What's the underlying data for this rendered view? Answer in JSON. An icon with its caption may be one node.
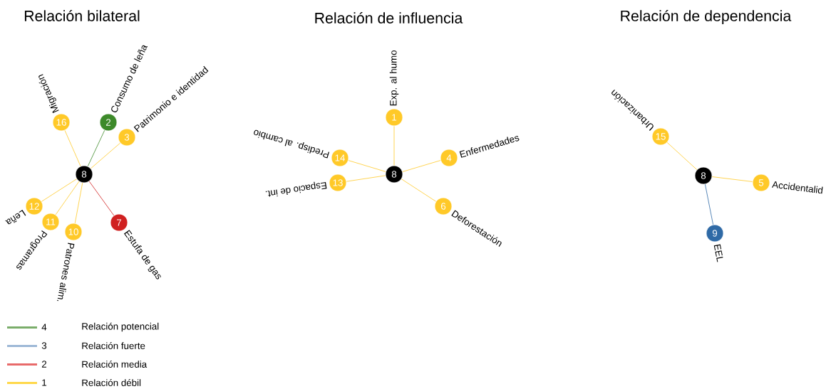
{
  "diagram": {
    "nodes": [
      {
        "text": [
          "16"
        ],
        "beside": [
          "Migración"
        ]
      },
      {
        "text": [
          "2"
        ],
        "beside": [
          "Consumo de leña"
        ]
      },
      {
        "text": [
          "3"
        ],
        "beside": [
          "Patrimonio e identidad"
        ]
      },
      {
        "text": [
          "8"
        ]
      },
      {
        "text": [
          "12"
        ],
        "beside": [
          "Leña"
        ]
      },
      {
        "text": [
          "11"
        ],
        "beside": [
          "Programas"
        ]
      },
      {
        "text": [
          "10"
        ],
        "beside": [
          "Patrones alim."
        ]
      },
      {
        "text": [
          "7"
        ],
        "beside": [
          "Estufa de gas"
        ]
      },
      {
        "text": [
          "1"
        ],
        "beside": [
          "Exp. al humo"
        ]
      },
      {
        "text": [
          "14"
        ],
        "beside": [
          "Predisp. al cambio"
        ]
      },
      {
        "text": [
          "4"
        ],
        "beside": [
          "Enfermedades"
        ]
      },
      {
        "text": [
          "8"
        ]
      },
      {
        "text": [
          "13"
        ],
        "beside": [
          "Espacio de int."
        ]
      },
      {
        "text": [
          "6"
        ],
        "beside": [
          "Deforestación"
        ]
      },
      {
        "text": [
          "15"
        ],
        "beside": [
          "Urbanización"
        ]
      },
      {
        "text": [
          "8"
        ]
      },
      {
        "text": [
          "5"
        ],
        "beside": [
          "Accidentalid"
        ]
      },
      {
        "text": [
          "9"
        ],
        "beside": [
          "EEL"
        ]
      }
    ],
    "edges": [
      {
        "from": 3,
        "to": 0,
        "arrow": "none"
      },
      {
        "from": 3,
        "to": 1,
        "arrow": "none",
        "color": "#3d8a2a"
      },
      {
        "from": 3,
        "to": 2,
        "arrow": "none"
      },
      {
        "from": 3,
        "to": 4,
        "arrow": "none"
      },
      {
        "from": 3,
        "to": 5,
        "arrow": "none"
      },
      {
        "from": 3,
        "to": 6,
        "arrow": "none"
      },
      {
        "from": 3,
        "to": 7,
        "arrow": "none",
        "color": "#d02020"
      },
      {
        "from": 11,
        "to": 8,
        "arrow": "none"
      },
      {
        "from": 11,
        "to": 9,
        "arrow": "none"
      },
      {
        "from": 11,
        "to": 10,
        "arrow": "none"
      },
      {
        "from": 11,
        "to": 12,
        "arrow": "none"
      },
      {
        "from": 11,
        "to": 13,
        "arrow": "none"
      },
      {
        "from": 15,
        "to": 14,
        "arrow": "none"
      },
      {
        "from": 15,
        "to": 16,
        "arrow": "none"
      },
      {
        "from": 15,
        "to": 17,
        "arrow": "none",
        "color": "#2f6aa6"
      }
    ],
    "labels": [
      "Relación bilateral",
      "Relación de influencia",
      "Relación de dependencia",
      "4",
      "3",
      "2",
      "1"
    ],
    "legend": [
      {
        "text": "Relación potencial",
        "color": "#7aad6a"
      },
      {
        "text": "Relación fuerte",
        "color": "#9db8d6"
      },
      {
        "text": "Relación media",
        "color": "#e86a6a"
      },
      {
        "text": "Relación débil",
        "color": "#ffd84a"
      }
    ]
  }
}
